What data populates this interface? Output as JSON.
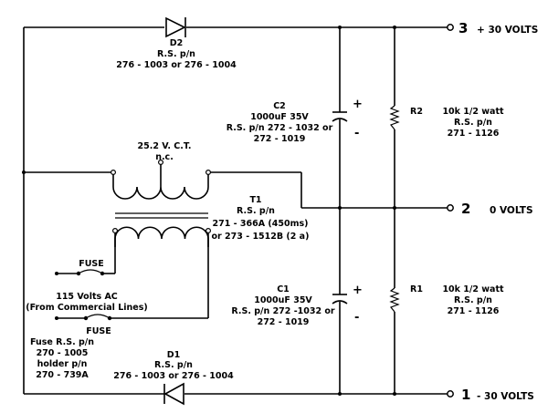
{
  "terminals": {
    "t3": {
      "num": "3",
      "volts": "+ 30 VOLTS"
    },
    "t2": {
      "num": "2",
      "volts": "0 VOLTS"
    },
    "t1": {
      "num": "1",
      "volts": "- 30 VOLTS"
    }
  },
  "d2": {
    "name": "D2",
    "rs": "R.S. p/n",
    "pn": "276 - 1003 or  276 - 1004"
  },
  "d1": {
    "name": "D1",
    "rs": "R.S. p/n",
    "pn": "276 - 1003 or 276 - 1004"
  },
  "c2": {
    "name": "C2",
    "value": "1000uF 35V",
    "pn1": "R.S. p/n 272 - 1032 or",
    "pn2": "272 - 1019"
  },
  "c1": {
    "name": "C1",
    "value": "1000uF 35V",
    "pn1": "R.S. p/n 272 -1032 or",
    "pn2": "272 - 1019"
  },
  "r2": {
    "name": "R2",
    "value": "10k  1/2 watt",
    "rs": "R.S. p/n",
    "pn": "271 - 1126"
  },
  "r1": {
    "name": "R1",
    "value": "10k  1/2 watt",
    "rs": "R.S. p/n",
    "pn": "271 - 1126"
  },
  "t1": {
    "ct": "25.2 V.  C.T.",
    "nc": "n.c.",
    "name": "T1",
    "rs": "R.S. p/n",
    "pn1": "271 - 366A (450ms)",
    "pn2": "or 273 - 1512B (2 a)"
  },
  "fuse_top": "FUSE",
  "fuse_bottom": "FUSE",
  "ac": {
    "line1": "115 Volts AC",
    "line2": "(From Commercial Lines)"
  },
  "fuse_pn": {
    "l1": "Fuse R.S. p/n",
    "l2": "270 - 1005",
    "l3": "holder p/n",
    "l4": "270 - 739A"
  },
  "polarity": {
    "plus": "+",
    "minus": "-"
  }
}
